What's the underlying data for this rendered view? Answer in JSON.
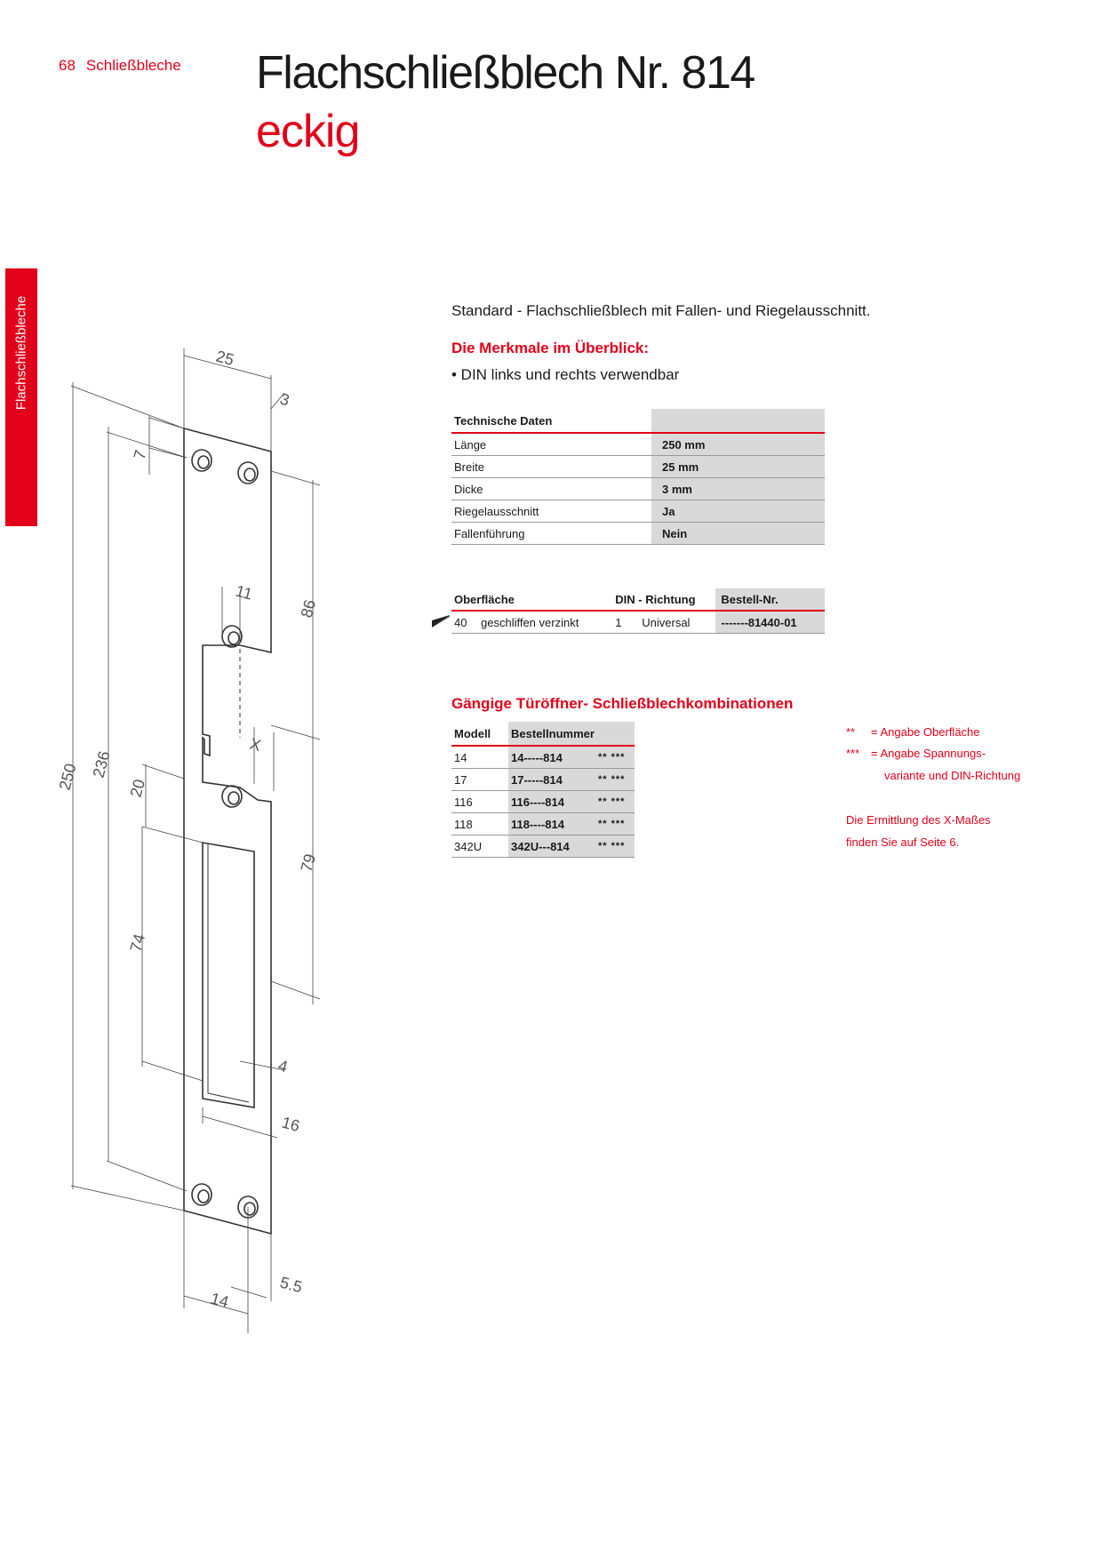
{
  "header": {
    "page_number": "68",
    "section": "Schließbleche",
    "title": "Flachschließblech Nr. 814",
    "subtitle": "eckig"
  },
  "side_tab": {
    "label": "Flachschließbleche"
  },
  "intro": "Standard - Flachschließblech mit Fallen- und Riegelausschnitt.",
  "features": {
    "heading": "Die Merkmale im Überblick:",
    "items": [
      "• DIN links und rechts verwendbar"
    ]
  },
  "tech_table": {
    "heading": "Technische Daten",
    "rows": [
      {
        "label": "Länge",
        "value": "250 mm"
      },
      {
        "label": "Breite",
        "value": "25 mm"
      },
      {
        "label": "Dicke",
        "value": "3 mm"
      },
      {
        "label": "Riegelausschnitt",
        "value": "Ja"
      },
      {
        "label": "Fallenführung",
        "value": "Nein"
      }
    ]
  },
  "surface_table": {
    "headers": [
      "Oberfläche",
      "DIN - Richtung",
      "Bestell-Nr."
    ],
    "rows": [
      {
        "code": "40",
        "surface": "geschliffen verzinkt",
        "din_code": "1",
        "din": "Universal",
        "order": "-------81440-01"
      }
    ]
  },
  "combos": {
    "heading": "Gängige Türöffner- Schließblechkombinationen",
    "headers": [
      "Modell",
      "Bestellnummer"
    ],
    "rows": [
      {
        "model": "14",
        "order": "14-----814",
        "stars": "** ***"
      },
      {
        "model": "17",
        "order": "17-----814",
        "stars": "** ***"
      },
      {
        "model": "116",
        "order": "116----814",
        "stars": "** ***"
      },
      {
        "model": "118",
        "order": "118----814",
        "stars": "** ***"
      },
      {
        "model": "342U",
        "order": "342U---814",
        "stars": "** ***"
      }
    ]
  },
  "legend": {
    "l1_sym": "**",
    "l1_text": "= Angabe Oberfläche",
    "l2_sym": "***",
    "l2_text": "= Angabe Spannungs-",
    "l3_text": "variante und DIN-Richtung",
    "x_note1": "Die Ermittlung des X-Maßes",
    "x_note2": "finden Sie auf Seite 6."
  },
  "drawing": {
    "dims": [
      "25",
      "3",
      "7",
      "86",
      "11",
      "250",
      "236",
      "20",
      "X",
      "79",
      "74",
      "4",
      "16",
      "14",
      "5.5"
    ]
  }
}
